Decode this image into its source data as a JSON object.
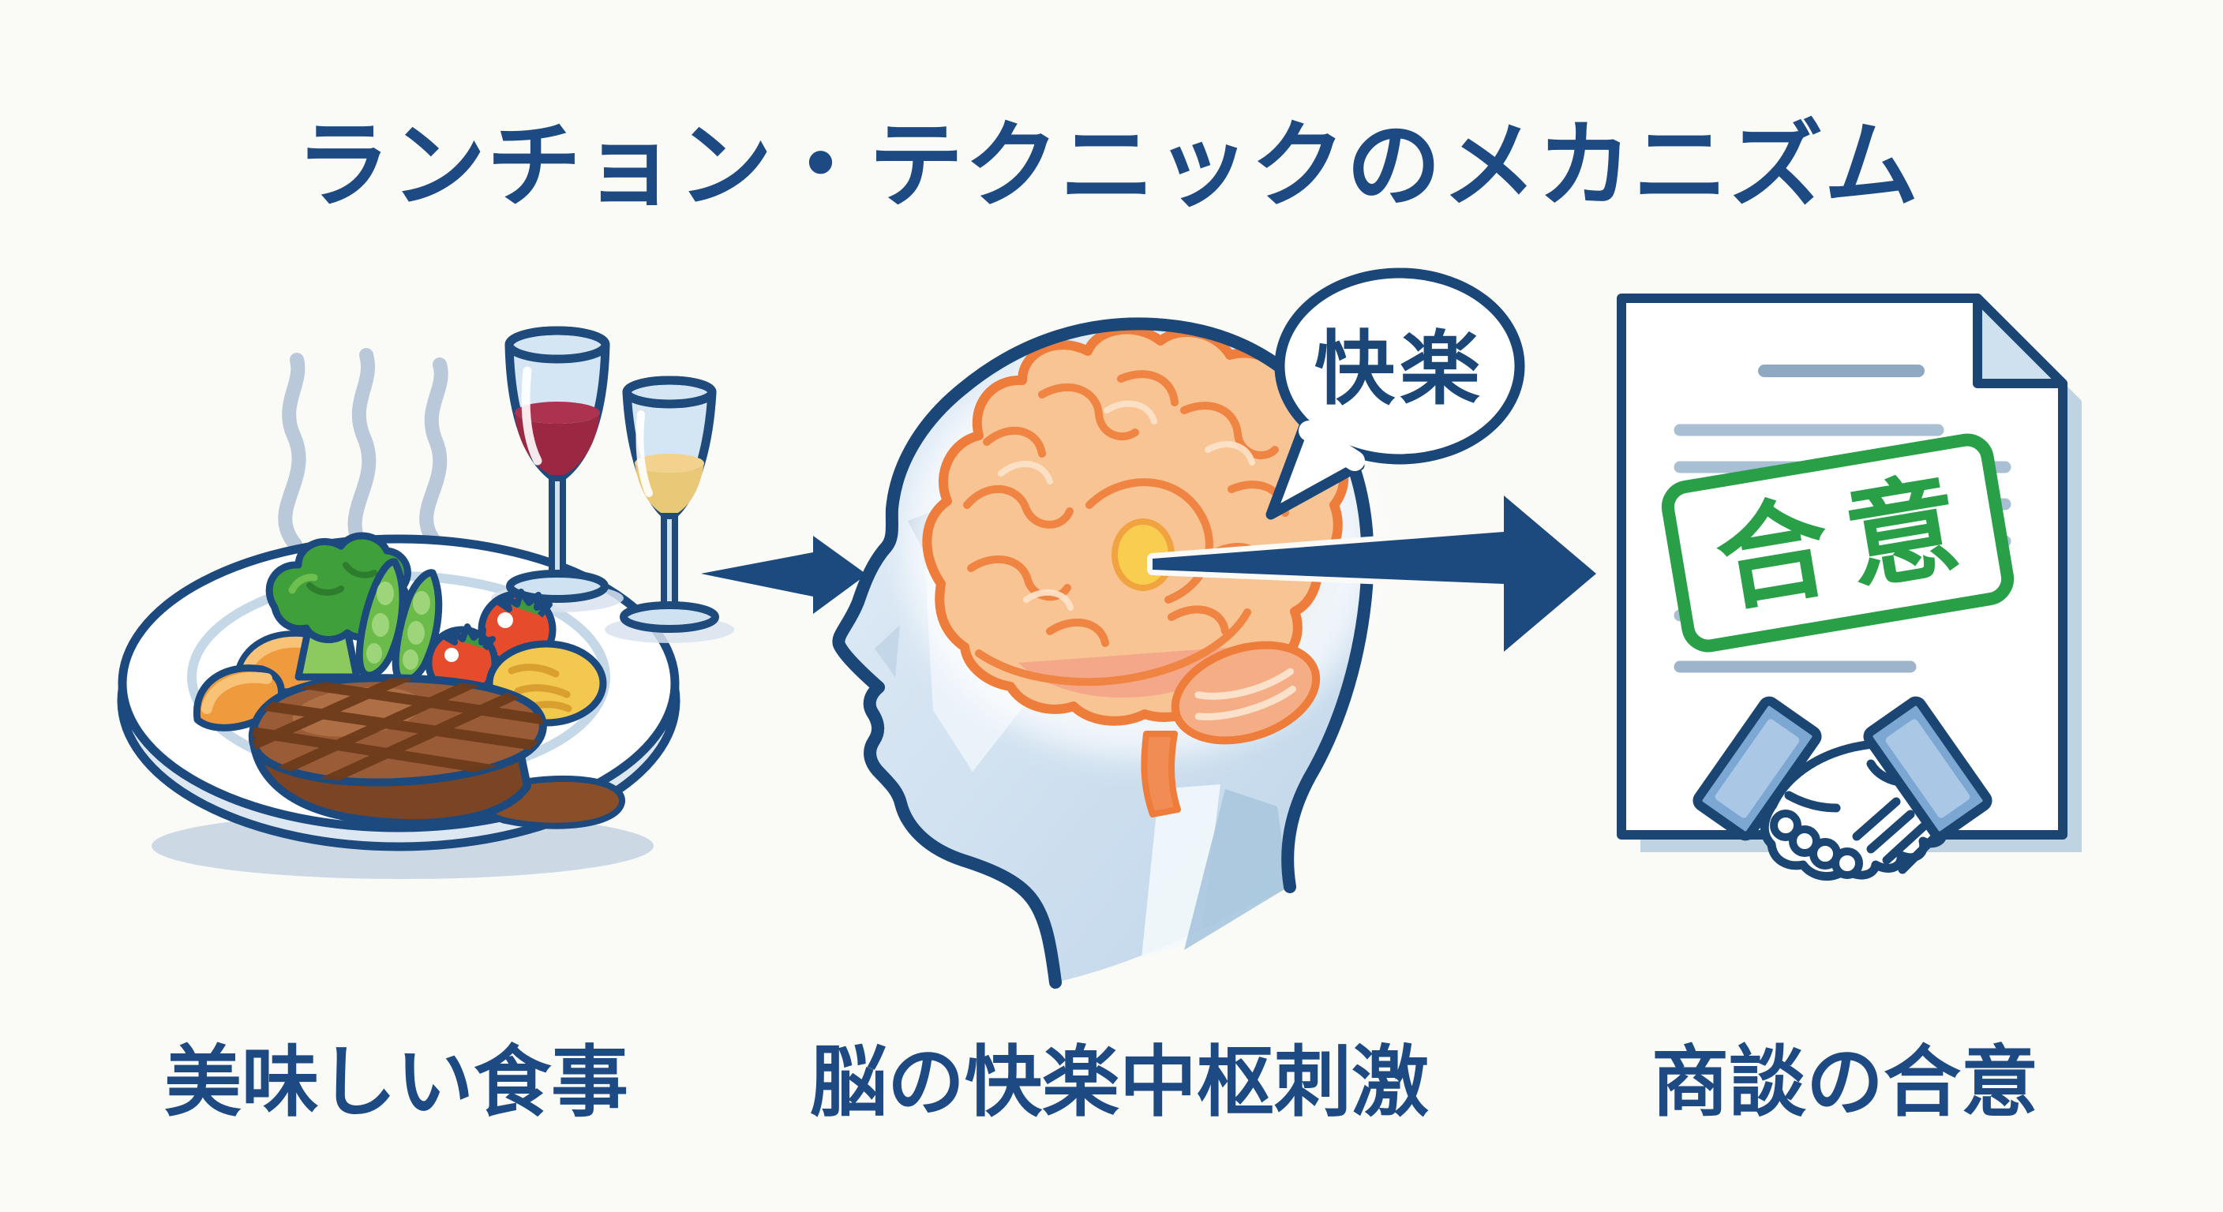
{
  "title": {
    "text": "ランチョン・テクニックのメカニズム"
  },
  "flow": {
    "steps": [
      {
        "id": "meal",
        "caption": "美味しい食事",
        "icon": "steak-dinner-with-wine-icon"
      },
      {
        "id": "brain",
        "caption": "脳の快楽中枢刺激",
        "icon": "head-profile-brain-icon",
        "bubble_text": "快楽"
      },
      {
        "id": "agreement",
        "caption": "商談の合意",
        "icon": "contract-handshake-icon",
        "stamp_text": "合意"
      }
    ],
    "connectors": [
      {
        "from": "meal",
        "to": "brain",
        "icon": "right-arrow-icon"
      },
      {
        "from": "brain",
        "to": "agreement",
        "icon": "right-arrow-icon"
      }
    ]
  },
  "colors": {
    "background": "#fafaf7",
    "outline_navy": "#1b4777",
    "text_navy": "#1d4a82",
    "brain_orange": "#ee7c3a",
    "brain_fill": "#f9c494",
    "glow_yellow": "#fcd35a",
    "stamp_green": "#29a048",
    "head_blue": "#d9e7f4",
    "red_wine": "#9c2742",
    "white_wine": "#e9c878",
    "steam_gray": "#b9c9d9"
  }
}
